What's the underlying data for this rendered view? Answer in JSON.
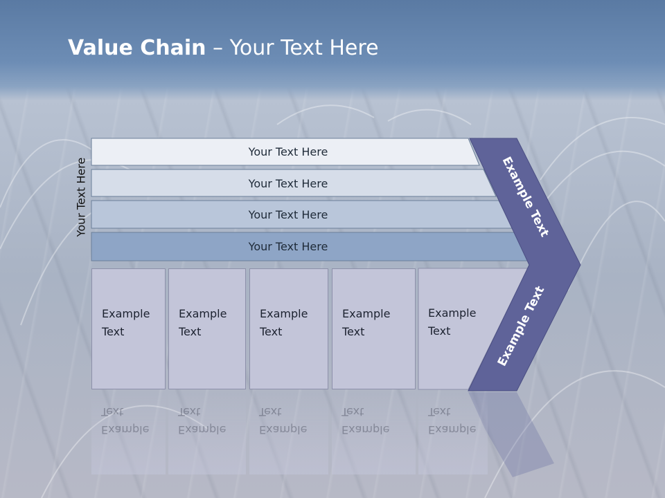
{
  "title": {
    "bold": "Value Chain",
    "rest": " – Your Text Here"
  },
  "side_label": "Your Text Here",
  "rows": [
    {
      "label": "Your Text Here",
      "color": "#eceff5"
    },
    {
      "label": "Your Text Here",
      "color": "#d6dde9"
    },
    {
      "label": "Your Text Here",
      "color": "#b9c6da"
    },
    {
      "label": "Your Text Here",
      "color": "#8ea5c6"
    }
  ],
  "columns": [
    {
      "line1": "Example",
      "line2": "Text"
    },
    {
      "line1": "Example",
      "line2": "Text"
    },
    {
      "line1": "Example",
      "line2": "Text"
    },
    {
      "line1": "Example",
      "line2": "Text"
    },
    {
      "line1": "Example",
      "line2": "Text"
    }
  ],
  "arrow": {
    "upper_text": "Example Text",
    "lower_text": "Example Text",
    "color": "#5f6399"
  }
}
